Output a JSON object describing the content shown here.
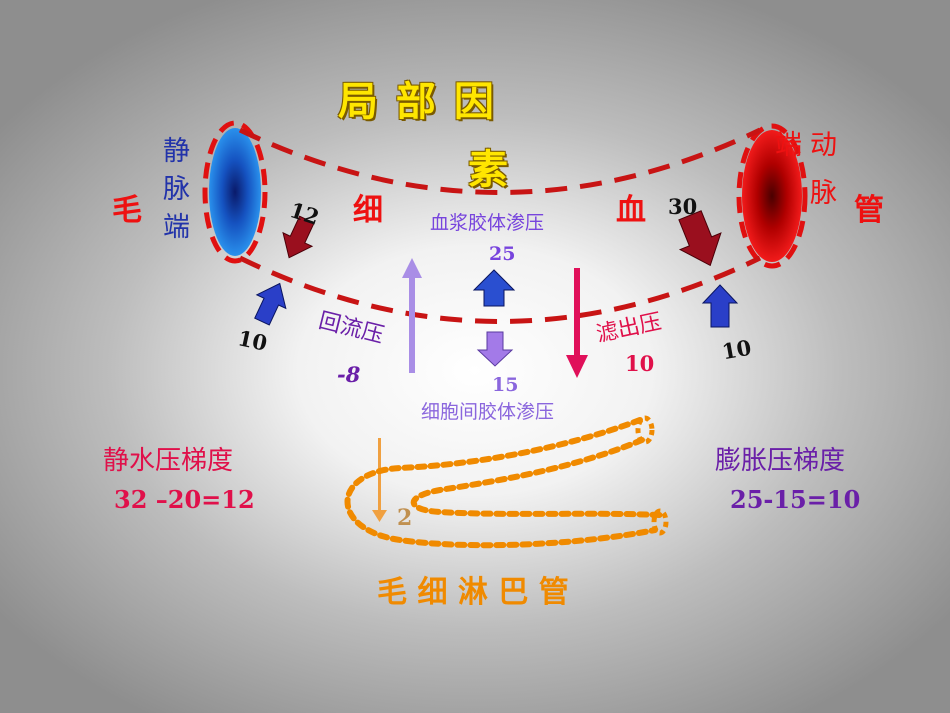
{
  "title": {
    "line1": "局 部 因",
    "line2": "素"
  },
  "vessel": {
    "c1": "毛",
    "c2": "细",
    "c3": "血",
    "c4": "管"
  },
  "venous": {
    "c1": "静",
    "c2": "脉",
    "c3": "端"
  },
  "arterial": {
    "c1": "端",
    "c2": "动",
    "c3": "脉"
  },
  "pressures": {
    "venous_in": "12",
    "venous_out": "10",
    "arterial_in": "30",
    "arterial_out": "10"
  },
  "reflux": {
    "label": "回流压",
    "value": "-8"
  },
  "filtration": {
    "label": "滤出压",
    "value": "10"
  },
  "plasma_colloid": {
    "label": "血浆胶体渗压",
    "value": "25"
  },
  "interstitial_colloid": {
    "label": "细胞间胶体渗压",
    "value": "15"
  },
  "hydrostatic": {
    "label": "静水压梯度",
    "formula": "32 –20=12"
  },
  "swelling": {
    "label": "膨胀压梯度",
    "formula": "25-15=10"
  },
  "lymph": {
    "label": "毛 细 淋 巴 管",
    "value": "2"
  },
  "colors": {
    "vein": "#1e7be8",
    "artery": "#e01010",
    "dash": "#c81414",
    "lymph": "#f08a00",
    "title": "#ffe600"
  }
}
